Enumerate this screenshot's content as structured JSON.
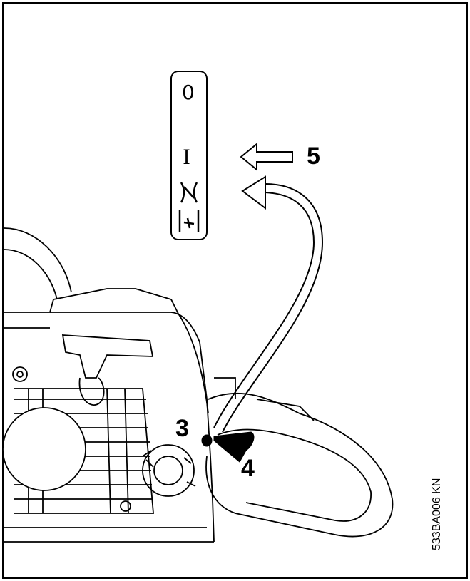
{
  "diagram": {
    "callouts": {
      "three": "3",
      "four": "4",
      "five": "5"
    },
    "switch_positions": {
      "stop": "0",
      "run": "I"
    },
    "figure_code": "533BA006 KN"
  },
  "colors": {
    "line": "#000000",
    "background": "#ffffff"
  }
}
